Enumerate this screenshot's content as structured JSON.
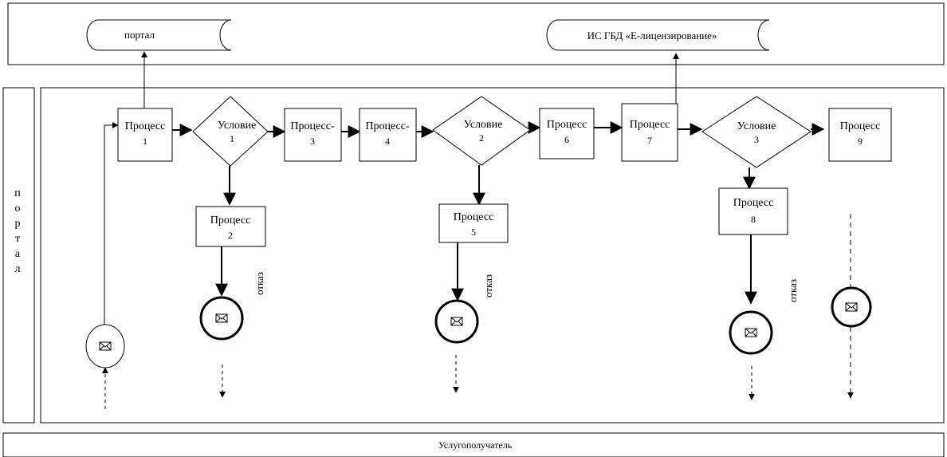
{
  "lanes": {
    "top_label": "",
    "left_label": "портал",
    "bottom_label": "Услугополучатель"
  },
  "systems": {
    "portal": "портал",
    "gbd": "ИС ГБД «Е-лицензирование»"
  },
  "processes": {
    "p1": [
      "Процесс",
      "1"
    ],
    "p2": [
      "Процесс",
      "2"
    ],
    "p3": [
      "Процесс-",
      "3"
    ],
    "p4": [
      "Процесс-",
      "4"
    ],
    "p5": [
      "Процесс",
      "5"
    ],
    "p6": [
      "Процесс",
      "6"
    ],
    "p7": [
      "Процесс",
      "7"
    ],
    "p8": [
      "Процесс",
      "8"
    ],
    "p9": [
      "Процесс",
      "9"
    ]
  },
  "conditions": {
    "c1": [
      "Условие",
      "1"
    ],
    "c2": [
      "Условие",
      "2"
    ],
    "c3": [
      "Условие",
      "3"
    ]
  },
  "refusal_label": "отказ",
  "message_icon": "envelope-icon"
}
